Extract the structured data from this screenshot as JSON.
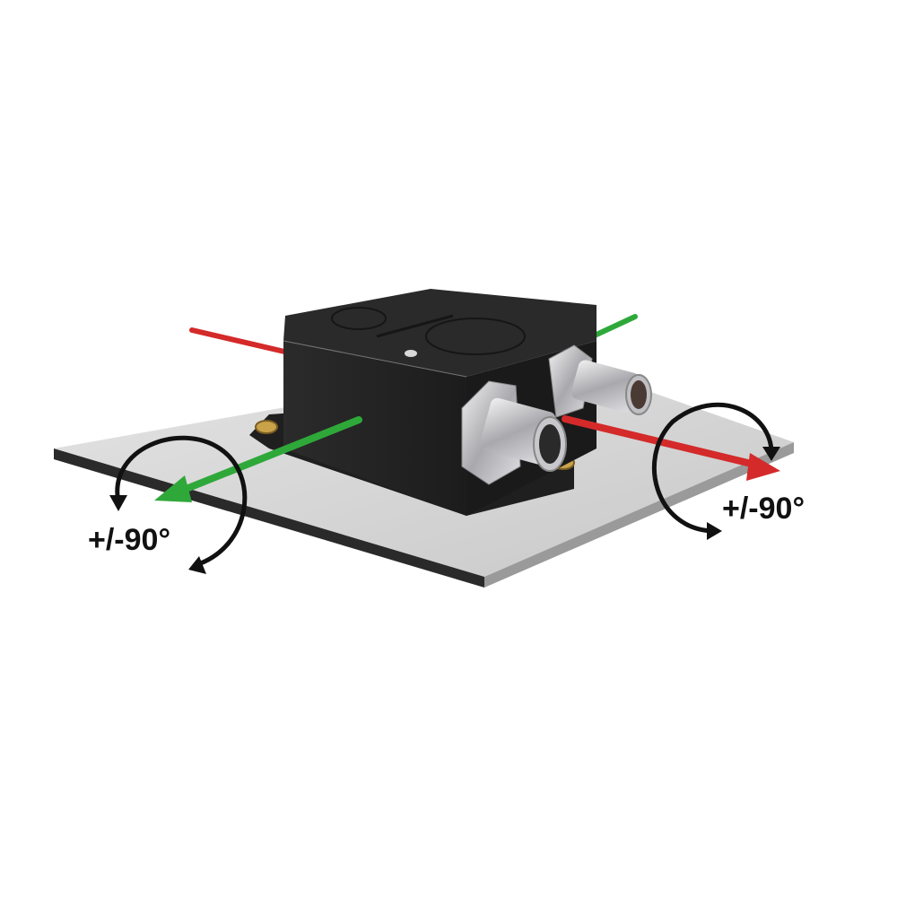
{
  "diagram": {
    "subject": "Dual-axis inclination sensor mounted on plate",
    "colors": {
      "background": "#ffffff",
      "plate_top": "#d6d6d6",
      "plate_edge": "#2a2a2a",
      "housing": "#232323",
      "x_axis": "#d42a2a",
      "y_axis": "#2fa83a",
      "rotation_arrow": "#111111",
      "connector": "#c8c8cc",
      "mount_bushing": "#c9a24a"
    },
    "axes": [
      {
        "name": "y-axis",
        "color": "green",
        "label": "+/-90°",
        "label_position": "left"
      },
      {
        "name": "x-axis",
        "color": "red",
        "label": "+/-90°",
        "label_position": "right"
      }
    ],
    "labels": {
      "left_angle": "+/-90°",
      "right_angle": "+/-90°"
    },
    "components": [
      "sensor-housing",
      "m12-connector-front",
      "m12-connector-rear",
      "mounting-plate",
      "mounting-bushings"
    ]
  }
}
